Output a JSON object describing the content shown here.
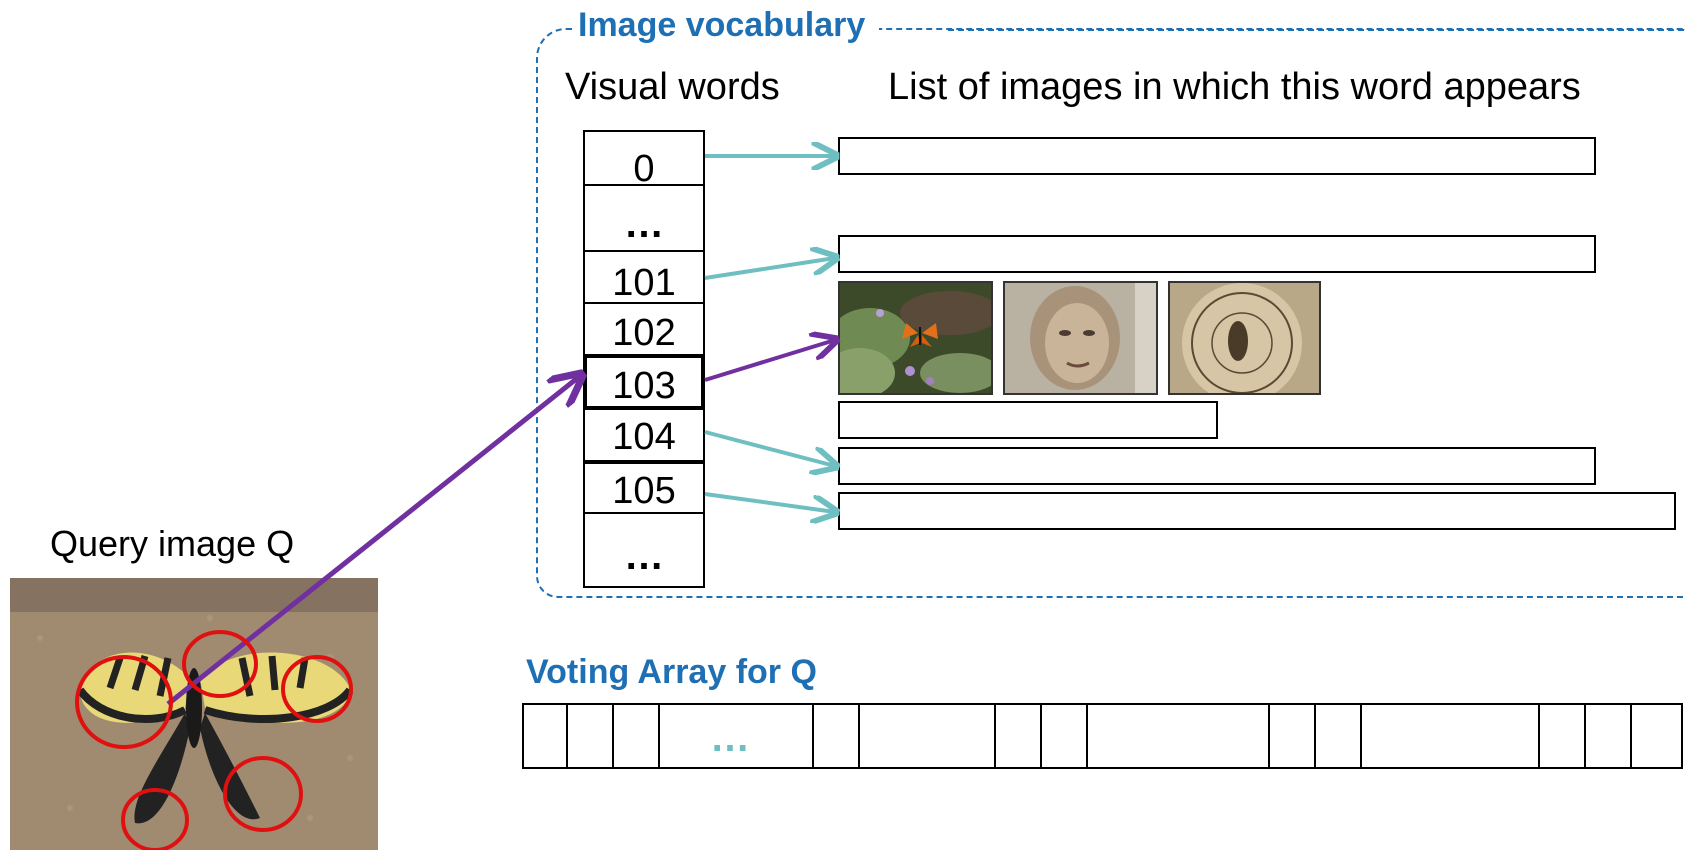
{
  "colors": {
    "title_blue": "#1f6fb5",
    "arrow_teal": "#6fbfc2",
    "arrow_purple": "#7030a0",
    "circle_red": "#e01010",
    "dots_teal": "#6fbfc2"
  },
  "vocabulary": {
    "title": "Image vocabulary",
    "visual_words_heading": "Visual words",
    "list_heading": "List of images in which this word appears",
    "words": [
      "0",
      "…",
      "101",
      "102",
      "103",
      "104",
      "105",
      "…"
    ],
    "highlighted_word": "103"
  },
  "voting": {
    "title": "Voting Array for Q",
    "ellipsis": "…"
  },
  "query": {
    "label": "Query image Q"
  },
  "icons": {
    "thumb_1": "butterfly-on-flowers-photo",
    "thumb_2": "face-photo",
    "thumb_3": "guinness-seal-photo",
    "query_image": "swallowtail-butterfly-photo"
  }
}
